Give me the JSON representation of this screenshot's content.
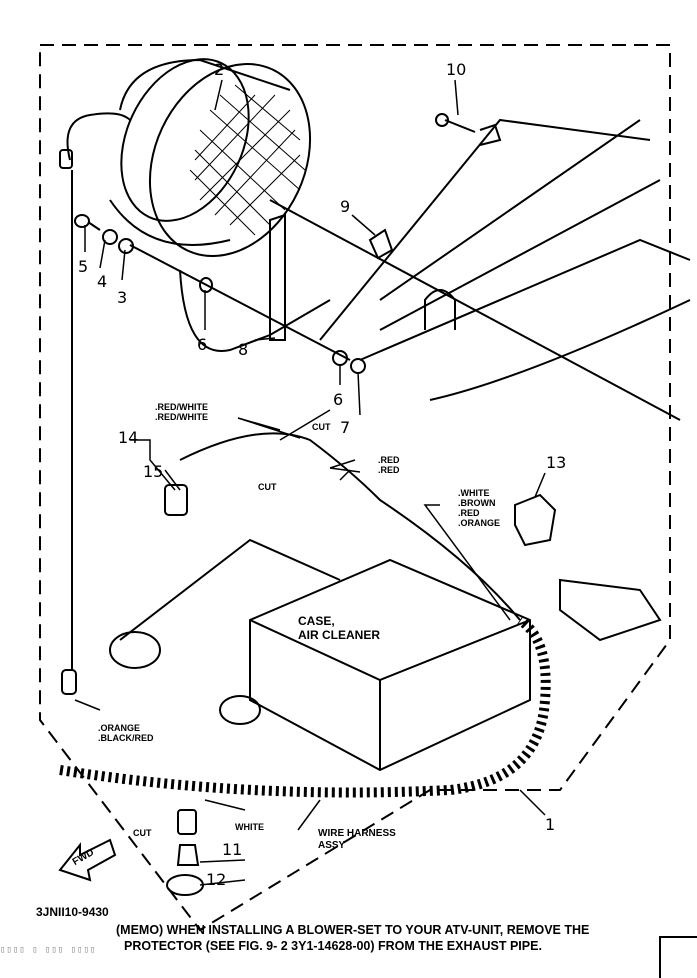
{
  "diagram": {
    "title_code": "3JNII10-9430",
    "memo_line1": "(MEMO) WHEN INSTALLING A BLOWER-SET TO YOUR ATV-UNIT, REMOVE THE",
    "memo_line2": "PROTECTOR (SEE FIG. 9- 2 3Y1-14628-00) FROM THE EXHAUST PIPE.",
    "scan_noise": "▯▯▯▯ ▯ ▯▯▯ ▯▯▯▯",
    "callouts": [
      "1",
      "2",
      "3",
      "4",
      "5",
      "6",
      "6",
      "7",
      "8",
      "9",
      "10",
      "11",
      "12",
      "13",
      "14",
      "15"
    ],
    "labels": {
      "case_air_cleaner_1": "CASE,",
      "case_air_cleaner_2": "AIR CLEANER",
      "wire_harness_1": "WIRE HARNESS",
      "wire_harness_2": "ASSY",
      "fwd": "FWD",
      "cut": "CUT"
    },
    "wire_colors": {
      "group_red_white": [
        ".RED/WHITE",
        ".RED/WHITE"
      ],
      "group_red": [
        ".RED",
        ".RED"
      ],
      "group_13": [
        ".WHITE",
        ".BROWN",
        ".RED",
        ".ORANGE"
      ],
      "group_orange": [
        ".ORANGE",
        ".BLACK/RED"
      ],
      "white": "WHITE"
    }
  }
}
